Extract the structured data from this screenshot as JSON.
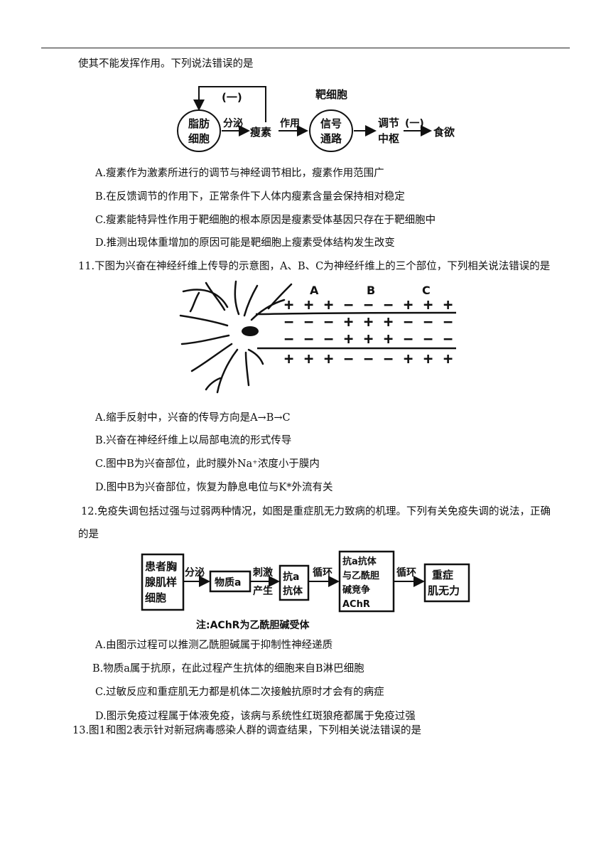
{
  "q10": {
    "stem_tail": "使其不能发挥作用。下列说法错误的是",
    "figure": {
      "loop_label": "(一)",
      "target_cell": "靶细胞",
      "node_fat": [
        "脂肪",
        "细胞"
      ],
      "arrow_secrete": "分泌",
      "leptin": "瘦素",
      "arrow_act": "作用",
      "node_signal": [
        "信号",
        "通路"
      ],
      "node_center": [
        "调节",
        "中枢"
      ],
      "center_minus": "(一)",
      "appetite": "食欲"
    },
    "options": [
      "A.瘦素作为激素所进行的调节与神经调节相比，瘦素作用范围广",
      "B.在反馈调节的作用下，正常条件下人体内瘦素含量会保持相对稳定",
      "C.瘦素能特异性作用于靶细胞的根本原因是瘦素受体基因只存在于靶细胞中",
      "D.推测出现体重增加的原因可能是靶细胞上瘦素受体结构发生改变"
    ]
  },
  "q11": {
    "stem": "11.下图为兴奋在神经纤维上传导的示意图，A、B、C为神经纤维上的三个部位，下列相关说法错误的是",
    "figure": {
      "label_a": "A",
      "label_b": "B",
      "label_c": "C",
      "row1": [
        "+",
        "+",
        "+",
        "−",
        "−",
        "−",
        "+",
        "+",
        "+"
      ],
      "row2": [
        "−",
        "−",
        "−",
        "+",
        "+",
        "+",
        "−",
        "−",
        "−"
      ],
      "row3": [
        "−",
        "−",
        "−",
        "+",
        "+",
        "+",
        "−",
        "−",
        "−"
      ],
      "row4": [
        "+",
        "+",
        "+",
        "−",
        "−",
        "−",
        "+",
        "+",
        "+"
      ]
    },
    "options": [
      "A.缩手反射中，兴奋的传导方向是A→B→C",
      "B.兴奋在神经纤维上以局部电流的形式传导",
      "C.图中B为兴奋部位，此时膜外Na⁺浓度小于膜内",
      "D.图中B为兴奋部位，恢复为静息电位与K*外流有关"
    ]
  },
  "q12": {
    "stem_line1": "12.免疫失调包括过强与过弱两种情况，如图是重症肌无力致病的机理。下列有关免疫失调的说法，正确",
    "stem_line2": "的是",
    "figure": {
      "box1": [
        "患者胸",
        "腺肌样",
        "细胞"
      ],
      "arrow1": "分泌",
      "box2": "物质a",
      "arrow2": [
        "刺激",
        "产生"
      ],
      "box3": [
        "抗a",
        "抗体"
      ],
      "arrow3": "循环",
      "box4": [
        "抗a抗体",
        "与乙酰胆",
        "碱竞争",
        "AChR"
      ],
      "arrow4": "循环",
      "box5": [
        "重症",
        "肌无力"
      ],
      "note": "注:AChR为乙酰胆碱受体"
    },
    "options": [
      "A.由图示过程可以推测乙酰胆碱属于抑制性神经递质",
      "B.物质a属于抗原，在此过程产生抗体的细胞来自B淋巴细胞",
      "C.过敏反应和重症肌无力都是机体二次接触抗原时才会有的病症",
      "D.图示免疫过程属于体液免疫，该病与系统性红斑狼疮都属于免疫过强"
    ]
  },
  "q13": {
    "stem": "13.图1和图2表示针对新冠病毒感染人群的调查结果，下列相关说法错误的是"
  }
}
